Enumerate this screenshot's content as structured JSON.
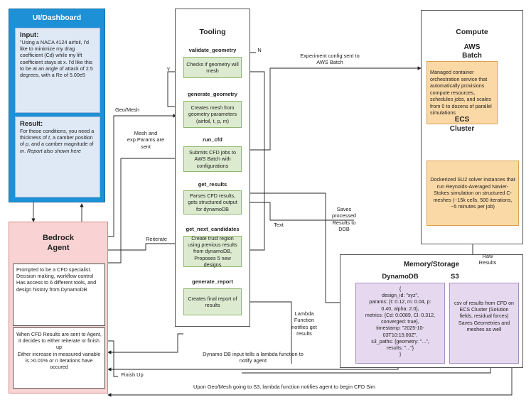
{
  "ui": {
    "title": "UI/Dashboard",
    "input_title": "Input:",
    "input_text": "\"Using a NACA 4124 airfoil, I'd like to minimize my drag coefficient (Cd) while my lift coefficient stays at x. I'd like this to be at an angle of attack of 2.5 degrees, with a Re of 5.00e5",
    "result_title": "Result:",
    "result_text_1": "For these conditions, you need a thickness of ",
    "result_t": "t",
    "result_text_2": ", a camber position of ",
    "result_p": "p",
    "result_text_3": ", and a camber magnitude of ",
    "result_m": "m",
    "result_text_4": ".",
    "result_note": "Report also shown here"
  },
  "bedrock": {
    "title_1": "Bedrock",
    "title_2": "Agent",
    "desc": "Prompted to be a CFD specialist. Decision making, workflow control\nHas access to 6 different tools, and design history from DynamoDB",
    "decision": "When CFD Results are sent to Agent, it decides to either reiterate or finish up\nEither increase in measured variable is >0.01% or n iterations have occured"
  },
  "tooling": {
    "title": "Tooling",
    "tools": [
      {
        "name": "validate_geometry",
        "desc": "Checks if geometry will mesh"
      },
      {
        "name": "generate_geometry",
        "desc": "Creates mesh from geometry parameters (airfoil, t, p, m)"
      },
      {
        "name": "run_cfd",
        "desc": "Submits CFD jobs to AWS Batch with configurations"
      },
      {
        "name": "get_results",
        "desc": "Parses CFD results, gets structured output for dynamoDB"
      },
      {
        "name": "get_next_candidates",
        "desc": "Create trust region using previous results from dynamoDB, Proposes 5 new designs"
      },
      {
        "name": "generate_report",
        "desc": "Creates final report of results"
      }
    ]
  },
  "compute": {
    "title": "Compute",
    "batch_title_1": "AWS",
    "batch_title_2": "Batch",
    "batch_desc": "Managed container orchestration service that automatically provisions compute resources, schedules jobs, and scales from 0 to dozens of parallel simulations",
    "ecs_title_1": "ECS",
    "ecs_title_2": "Cluster",
    "ecs_desc": "Dockerized SU2 solver instances that run Reynolds-Averaged Navier-Stokes simulation on structured C-meshes (~15k cells, 500 iterations, ~5 minutes per job)"
  },
  "storage": {
    "title": "Memory/Storage",
    "dynamo_title": "DynamoDB",
    "dynamo_lines": [
      "{",
      "design_id: \"xyz\",",
      "params: {t: 0.12, m: 0.04, p:",
      "0.40, alpha: 2.0},",
      "metrics: {Cd: 0.0089, Cl: 0.312,",
      "converged: true},",
      "timestamp: \"2025-10-",
      "03T10:15:00Z\",",
      "s3_paths: {geometry: \"...\",",
      "results: \"...\"}",
      "}"
    ],
    "s3_title": "S3",
    "s3_desc": "csv of results from CFD on ECS Cluster (Solution fields, residual forces)\nSaves Geometries and meshes as well"
  },
  "labels": {
    "geo_mesh": "Geo/Mesh",
    "mesh_params": "Mesh and exp.Params are sent",
    "reiterate": "Reiterate",
    "y": "Y",
    "n": "N",
    "exp_config": "Experiment config sent to AWS Batch",
    "saves_processed": "Saves processed Results to DDB",
    "text": "Text",
    "raw_results": "Raw Results",
    "lambda": "Lambda Function notifies get results",
    "dynamo_input": "Dynamo DB input tells a lambda function to notify agent",
    "finish_up": "Finish Up",
    "upon_geo": "Upon Geo/Mesh going to S3, lambda function notifies agent to begin CFD Sim"
  }
}
